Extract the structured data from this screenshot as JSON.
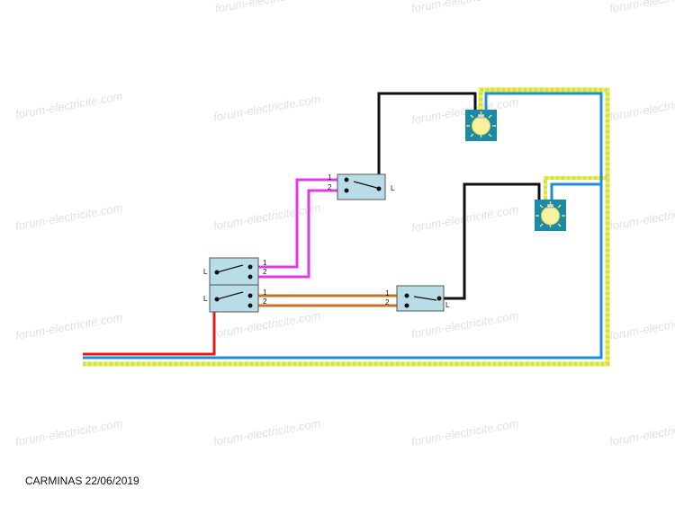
{
  "watermark": "forum-electricite.com",
  "signature": "CARMINAS 22/06/2019",
  "terminals": {
    "one": "1",
    "two": "2",
    "line": "L"
  },
  "colors": {
    "phase": "#e01b1b",
    "neutral": "#1e8fd6",
    "earth_yellow": "#f2ee3a",
    "earth_green": "#c9e066",
    "travelers_switch1": "#e23ae2",
    "travelers_switch2": "#c8741e",
    "return": "#111111",
    "switch_box": "#b9dde6",
    "lamp_box": "#1b8aa8",
    "bulb": "#f7f2a0"
  },
  "icons": [
    "bulb-icon",
    "bulb-icon",
    "switch-icon",
    "switch-icon",
    "switch-icon",
    "switch-icon"
  ]
}
